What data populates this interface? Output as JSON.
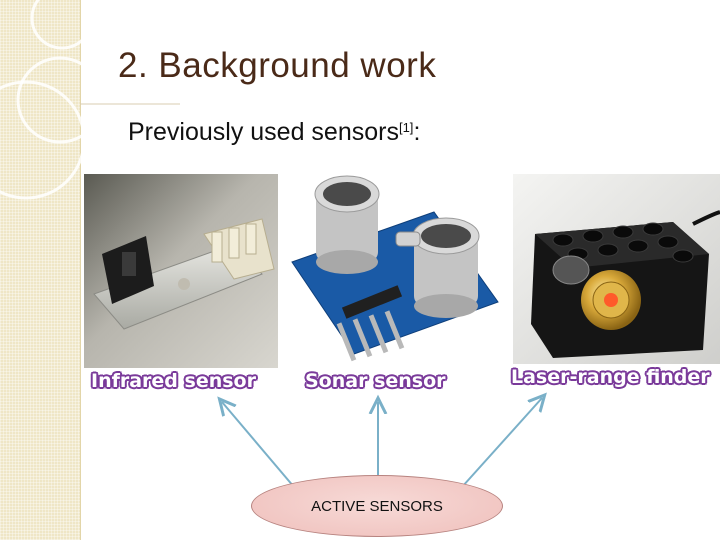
{
  "slide": {
    "title": "2. Background work",
    "subtitle": "Previously used sensors",
    "subtitle_ref": "[1]",
    "subtitle_suffix": ":"
  },
  "sensors": [
    {
      "label": "Infrared sensor",
      "image": "infrared-sensor-photo"
    },
    {
      "label": "Sonar sensor",
      "image": "sonar-sensor-photo"
    },
    {
      "label": "Laser-range finder",
      "image": "laser-range-finder-photo"
    }
  ],
  "center_node": {
    "label": "ACTIVE SENSORS"
  },
  "colors": {
    "title": "#4a2a18",
    "caption_outline": "#7a3a9a",
    "ellipse_fill": "#f2c9c5",
    "arrow": "#7ab0c8",
    "side_strip": "#efe6c6"
  }
}
